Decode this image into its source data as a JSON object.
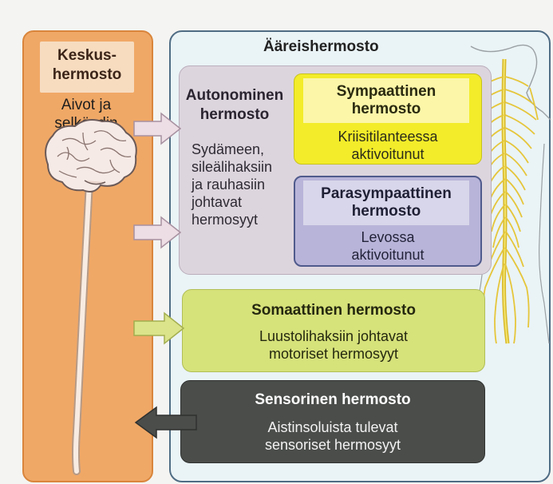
{
  "central": {
    "title_line1": "Keskus-",
    "title_line2": "hermosto",
    "subtitle_line1": "Aivot ja",
    "subtitle_line2": "selkäydin"
  },
  "peripheral": {
    "title": "Ääreishermosto",
    "autonomic": {
      "title_line1": "Autonominen",
      "title_line2": "hermosto",
      "text_lines": [
        "Sydämeen,",
        "sileälihaksiin",
        "ja rauhasiin",
        "johtavat",
        "hermosyyt"
      ]
    },
    "sympathetic": {
      "title_line1": "Sympaattinen",
      "title_line2": "hermosto",
      "text_line1": "Kriisitilanteessa",
      "text_line2": "aktivoitunut"
    },
    "parasympathetic": {
      "title_line1": "Parasympaattinen",
      "title_line2": "hermosto",
      "text_line1": "Levossa",
      "text_line2": "aktivoitunut"
    },
    "somatic": {
      "title": "Somaattinen hermosto",
      "text_line1": "Luustolihaksiin johtavat",
      "text_line2": "motoriset hermosyyt"
    },
    "sensory": {
      "title": "Sensorinen hermosto",
      "text_line1": "Aistinsoluista tulevat",
      "text_line2": "sensoriset hermosyyt"
    }
  },
  "colors": {
    "central_fill": "#f0a866",
    "peripheral_fill": "#eaf3f6",
    "autonomic_fill": "#ddd5de",
    "sympathetic_fill": "#f2ec2a",
    "parasympathetic_fill": "#b8b4d9",
    "somatic_fill": "#d6e27a",
    "sensory_fill": "#4a4d4a",
    "nerve_color": "#e8cc3a"
  },
  "icons": [
    "brain-illustration",
    "spinal-cord-illustration",
    "nervous-system-body-illustration",
    "arrow-right",
    "arrow-left"
  ]
}
